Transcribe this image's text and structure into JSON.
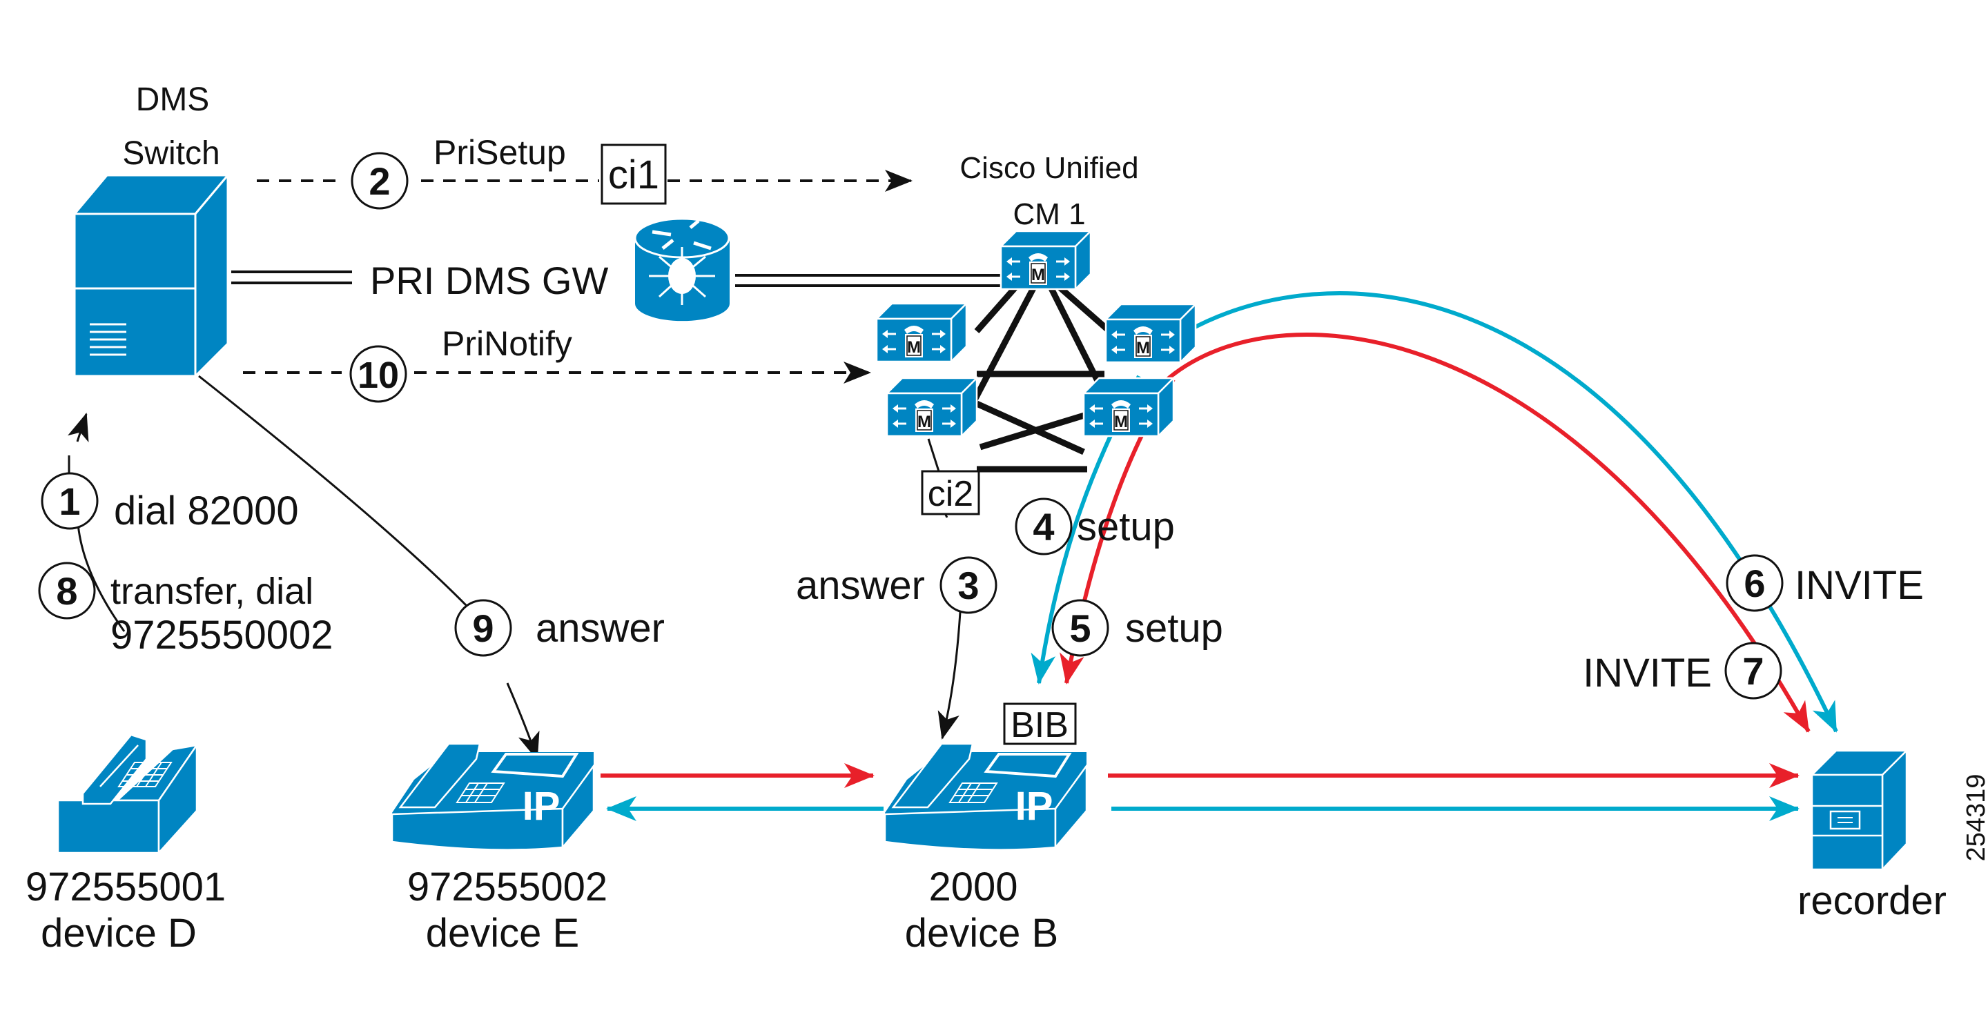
{
  "colors": {
    "device_blue": "#0085c2",
    "media_red": "#e8202a",
    "media_cyan": "#00aacc",
    "line_black": "#111111"
  },
  "nodes": {
    "dms_switch": {
      "label_line1": "DMS",
      "label_line2": "Switch",
      "icon": "server-tower-icon"
    },
    "gateway": {
      "label": "PRI DMS GW",
      "icon": "router-icon"
    },
    "cucm": {
      "label_line1": "Cisco Unified",
      "label_line2": "CM 1",
      "icon": "callmanager-cluster-icon",
      "server_glyph": "M"
    },
    "device_d": {
      "number": "972555001",
      "name": "device D",
      "icon": "analog-phone-icon"
    },
    "device_e": {
      "number": "972555002",
      "name": "device E",
      "icon": "ip-phone-icon",
      "badge": "IP"
    },
    "device_b": {
      "number": "2000",
      "name": "device B",
      "icon": "ip-phone-icon",
      "badge": "IP"
    },
    "recorder": {
      "name": "recorder",
      "icon": "recorder-server-icon"
    }
  },
  "tags": {
    "ci1": "ci1",
    "ci2": "ci2",
    "bib": "BIB"
  },
  "steps": [
    {
      "n": "1",
      "label": "dial 82000"
    },
    {
      "n": "2",
      "label": "PriSetup"
    },
    {
      "n": "3",
      "label": "answer"
    },
    {
      "n": "4",
      "label": "setup"
    },
    {
      "n": "5",
      "label": "setup"
    },
    {
      "n": "6",
      "label": "INVITE"
    },
    {
      "n": "7",
      "label": "INVITE"
    },
    {
      "n": "8",
      "label_line1": "transfer, dial",
      "label_line2": "9725550002"
    },
    {
      "n": "9",
      "label": "answer"
    },
    {
      "n": "10",
      "label": "PriNotify"
    }
  ],
  "figure_id": "254319"
}
